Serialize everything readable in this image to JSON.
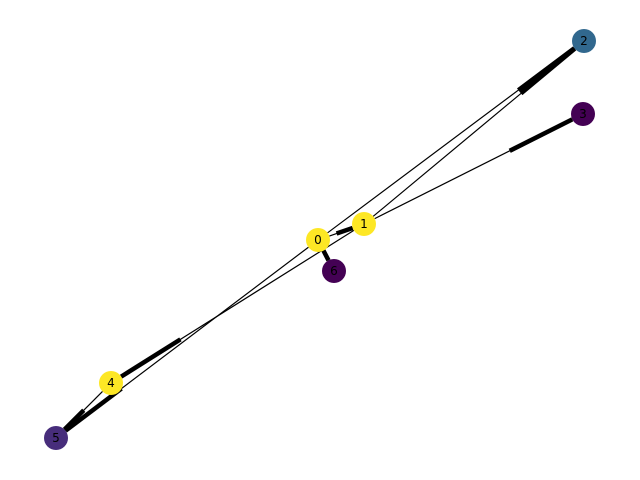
{
  "graph": {
    "directed": true,
    "colormap": "viridis",
    "nodes": [
      {
        "id": "0",
        "label": "0",
        "color": "#fde725"
      },
      {
        "id": "1",
        "label": "1",
        "color": "#fde725"
      },
      {
        "id": "2",
        "label": "2",
        "color": "#31688e"
      },
      {
        "id": "3",
        "label": "3",
        "color": "#440154"
      },
      {
        "id": "4",
        "label": "4",
        "color": "#fde725"
      },
      {
        "id": "5",
        "label": "5",
        "color": "#472d7b"
      },
      {
        "id": "6",
        "label": "6",
        "color": "#440154"
      }
    ],
    "edges": [
      {
        "source": "0",
        "target": "2"
      },
      {
        "source": "1",
        "target": "2"
      },
      {
        "source": "1",
        "target": "3"
      },
      {
        "source": "0",
        "target": "1"
      },
      {
        "source": "0",
        "target": "6"
      },
      {
        "source": "0",
        "target": "5"
      },
      {
        "source": "1",
        "target": "4"
      },
      {
        "source": "4",
        "target": "5"
      }
    ]
  }
}
